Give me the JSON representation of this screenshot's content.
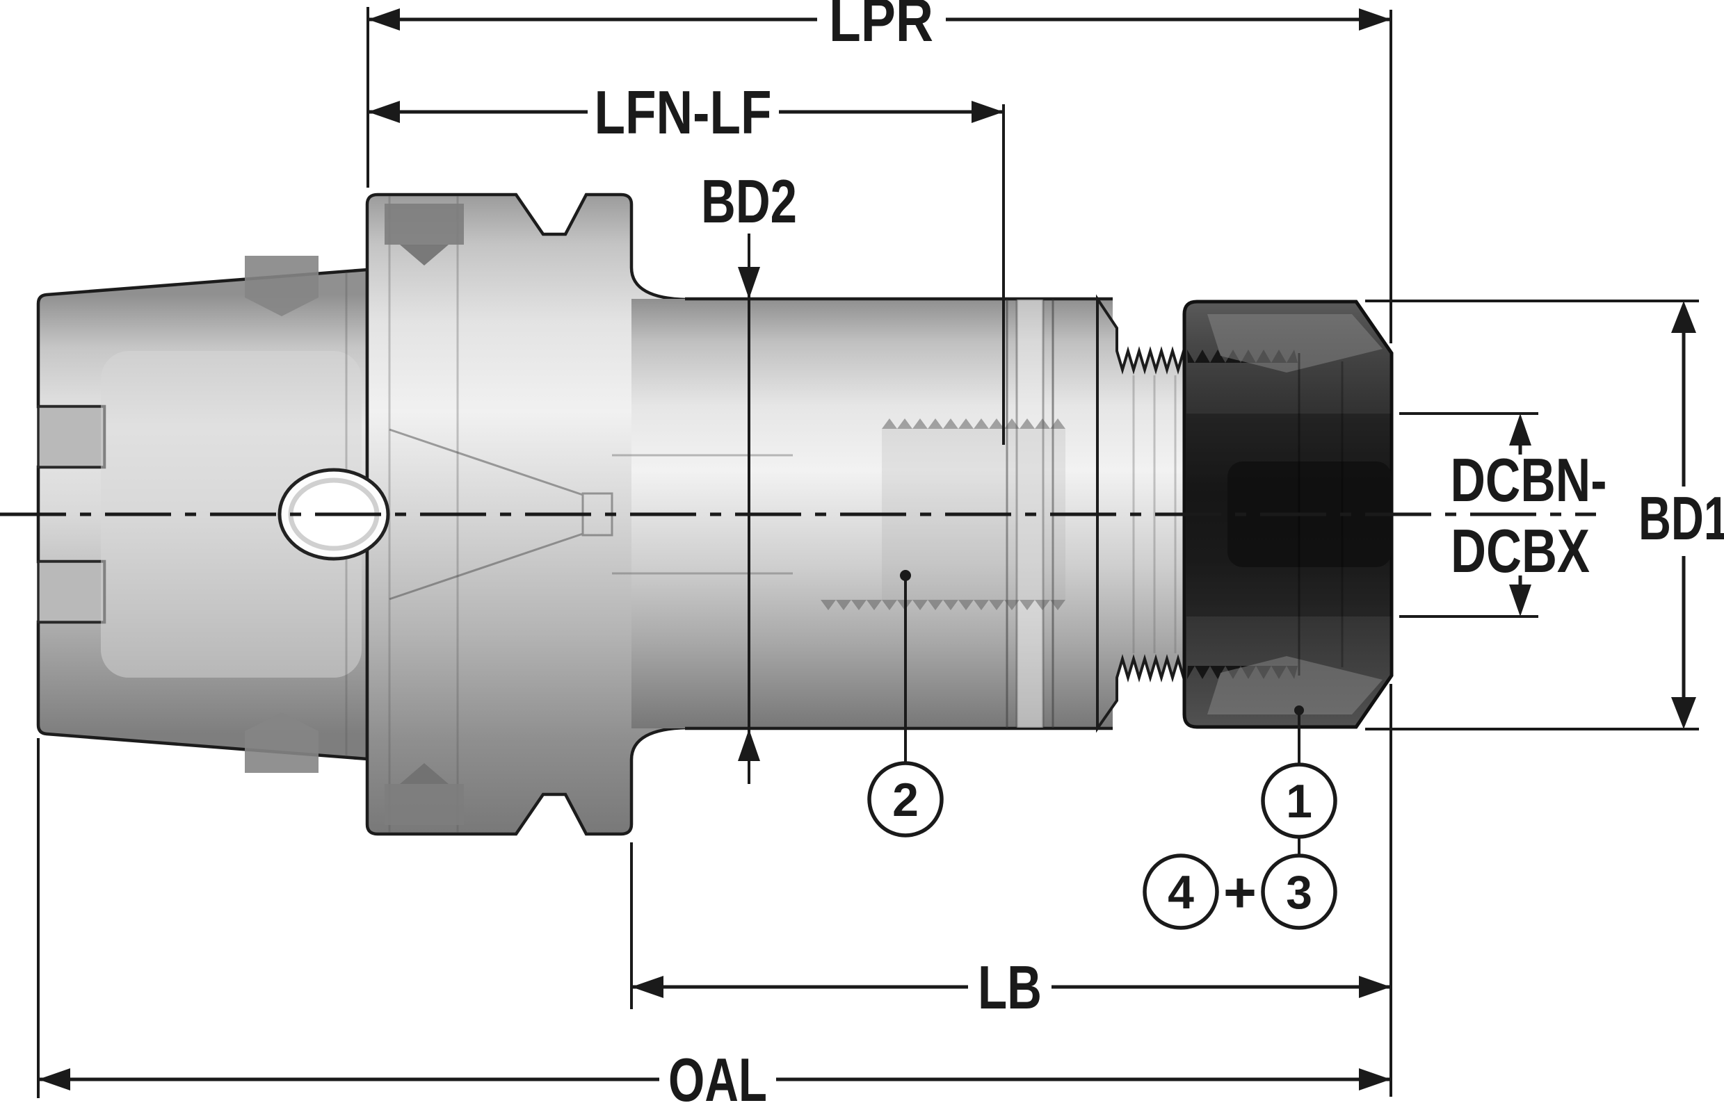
{
  "drawing": {
    "kind": "technical dimension drawing",
    "subject": "collet chuck tool holder side view",
    "background": "#ffffff",
    "line_color": "#1a1a1a",
    "metal_light": "#f2f2f2",
    "metal_mid": "#b5b5b5",
    "metal_dark": "#787878",
    "nut_color": "#1f1f1f"
  },
  "labels": {
    "lpr": "LPR",
    "lfn_lf": "LFN-LF",
    "bd2": "BD2",
    "dcbn": "DCBN-",
    "dcbx": "DCBX",
    "bd1": "BD1",
    "lb": "LB",
    "oal": "OAL"
  },
  "callouts": {
    "c1": "1",
    "c2": "2",
    "c3": "3",
    "c4": "4",
    "plus": "+"
  }
}
